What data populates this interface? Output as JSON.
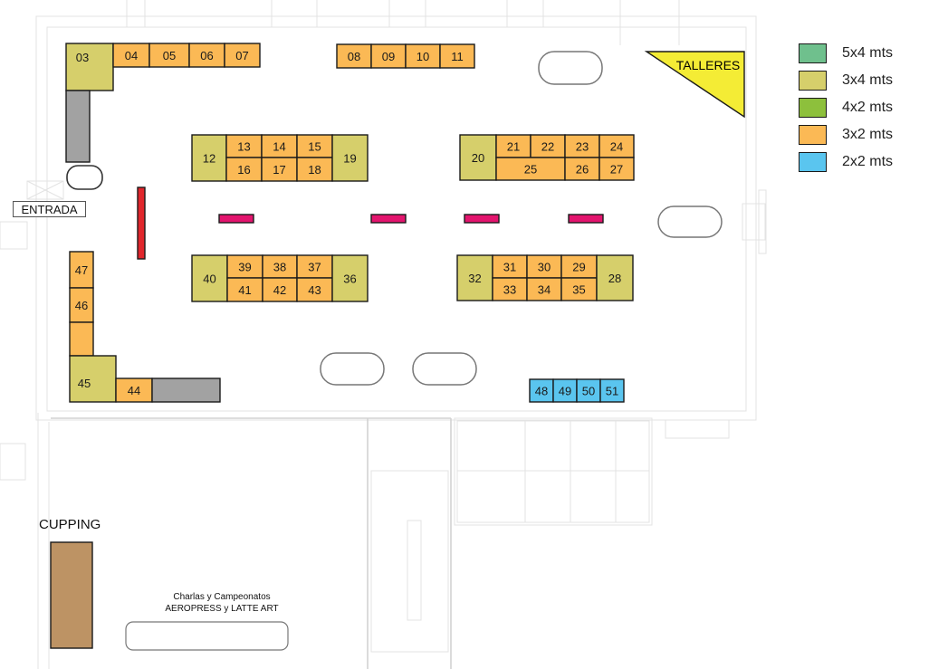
{
  "legend": [
    {
      "label": "5x4 mts",
      "color": "#6fc08d"
    },
    {
      "label": "3x4 mts",
      "color": "#d6cf6b"
    },
    {
      "label": "4x2 mts",
      "color": "#8dc03c"
    },
    {
      "label": "3x2 mts",
      "color": "#fbb955"
    },
    {
      "label": "2x2 mts",
      "color": "#5ac5ef"
    }
  ],
  "colors": {
    "khaki": "#d6cf6b",
    "orange": "#fbb955",
    "blue": "#5ac5ef",
    "gray": "#a2a2a2",
    "brown": "#bd9364",
    "yellow": "#f4ec35",
    "magenta": "#e3156e",
    "red": "#e0262c"
  },
  "labels": {
    "entrance": "ENTRADA",
    "workshops": "TALLERES",
    "cupping": "CUPPING",
    "talks_line1": "Charlas y  Campeonatos",
    "talks_line2": "AEROPRESS y LATTE ART"
  },
  "stands": [
    {
      "id": "03",
      "size": "3x4"
    },
    {
      "id": "04",
      "size": "3x2"
    },
    {
      "id": "05",
      "size": "3x2"
    },
    {
      "id": "06",
      "size": "3x2"
    },
    {
      "id": "07",
      "size": "3x2"
    },
    {
      "id": "08",
      "size": "3x2"
    },
    {
      "id": "09",
      "size": "3x2"
    },
    {
      "id": "10",
      "size": "3x2"
    },
    {
      "id": "11",
      "size": "3x2"
    },
    {
      "id": "12",
      "size": "3x4"
    },
    {
      "id": "13",
      "size": "3x2"
    },
    {
      "id": "14",
      "size": "3x2"
    },
    {
      "id": "15",
      "size": "3x2"
    },
    {
      "id": "16",
      "size": "3x2"
    },
    {
      "id": "17",
      "size": "3x2"
    },
    {
      "id": "18",
      "size": "3x2"
    },
    {
      "id": "19",
      "size": "3x4"
    },
    {
      "id": "20",
      "size": "3x4"
    },
    {
      "id": "21",
      "size": "3x2"
    },
    {
      "id": "22",
      "size": "3x2"
    },
    {
      "id": "23",
      "size": "3x2"
    },
    {
      "id": "24",
      "size": "3x2"
    },
    {
      "id": "25",
      "size": "3x2"
    },
    {
      "id": "26",
      "size": "3x2"
    },
    {
      "id": "27",
      "size": "3x2"
    },
    {
      "id": "28",
      "size": "3x4"
    },
    {
      "id": "29",
      "size": "3x2"
    },
    {
      "id": "30",
      "size": "3x2"
    },
    {
      "id": "31",
      "size": "3x2"
    },
    {
      "id": "32",
      "size": "3x4"
    },
    {
      "id": "33",
      "size": "3x2"
    },
    {
      "id": "34",
      "size": "3x2"
    },
    {
      "id": "35",
      "size": "3x2"
    },
    {
      "id": "36",
      "size": "3x4"
    },
    {
      "id": "37",
      "size": "3x2"
    },
    {
      "id": "38",
      "size": "3x2"
    },
    {
      "id": "39",
      "size": "3x2"
    },
    {
      "id": "40",
      "size": "3x4"
    },
    {
      "id": "41",
      "size": "3x2"
    },
    {
      "id": "42",
      "size": "3x2"
    },
    {
      "id": "43",
      "size": "3x2"
    },
    {
      "id": "44",
      "size": "3x2"
    },
    {
      "id": "45",
      "size": "3x4"
    },
    {
      "id": "46",
      "size": "3x2"
    },
    {
      "id": "47",
      "size": "3x2"
    },
    {
      "id": "48",
      "size": "2x2"
    },
    {
      "id": "49",
      "size": "2x2"
    },
    {
      "id": "50",
      "size": "2x2"
    },
    {
      "id": "51",
      "size": "2x2"
    }
  ]
}
